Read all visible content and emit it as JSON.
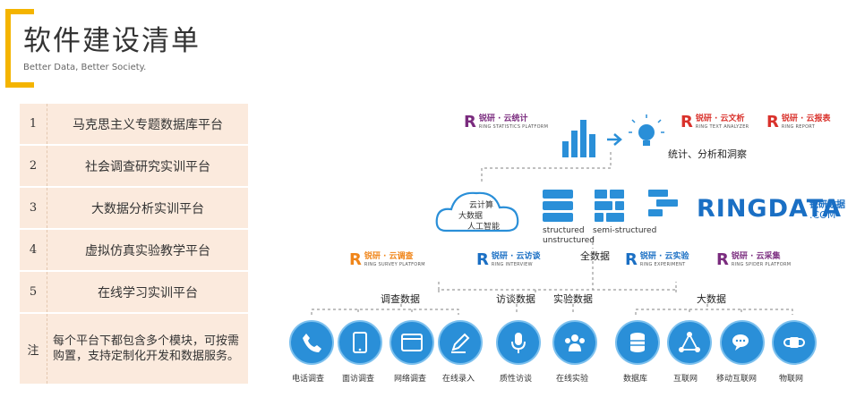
{
  "header": {
    "title": "软件建设清单",
    "subtitle": "Better Data, Better Society."
  },
  "list": {
    "rows": [
      {
        "num": "1",
        "text": "马克思主义专题数据库平台"
      },
      {
        "num": "2",
        "text": "社会调查研究实训平台"
      },
      {
        "num": "3",
        "text": "大数据分析实训平台"
      },
      {
        "num": "4",
        "text": "虚拟仿真实验教学平台"
      },
      {
        "num": "5",
        "text": "在线学习实训平台"
      }
    ],
    "note": {
      "num": "注",
      "text": "每个平台下都包含多个模块，可按需购置，支持定制化开发和数据服务。"
    }
  },
  "diagram": {
    "statistics": {
      "name": "锐研 · 云统计",
      "sub": "RING STATISTICS PLATFORM"
    },
    "text_analyzer": {
      "name": "锐研 · 云文析",
      "sub": "RING TEXT ANALYZER"
    },
    "report": {
      "name": "锐研 · 云报表",
      "sub": "RING REPORT"
    },
    "insight_label": "统计、分析和洞察",
    "cloud_lines": [
      "云计算",
      "大数据",
      "人工智能"
    ],
    "structured": "structured",
    "unstructured": "unstructured",
    "semi_structured": "semi-structured",
    "ringdata_logo": "RINGDATA",
    "ringdata_com": ".COM",
    "ringdata_cn": "锐研数据",
    "all_data": "全数据",
    "survey": {
      "name": "锐研 · 云调查",
      "sub": "RING SURVEY PLATFORM"
    },
    "interview": {
      "name": "锐研 · 云访谈",
      "sub": "RING INTERVIEW"
    },
    "experiment": {
      "name": "锐研 · 云实验",
      "sub": "RING EXPERIMENT"
    },
    "spider": {
      "name": "锐研 · 云采集",
      "sub": "RING SPIDER PLATFORM"
    },
    "categories": {
      "survey_data": "调查数据",
      "interview_data": "访谈数据",
      "experiment_data": "实验数据",
      "big_data": "大数据"
    },
    "sources": [
      {
        "label": "电话调查",
        "icon": "phone-icon"
      },
      {
        "label": "面访调查",
        "icon": "tablet-icon"
      },
      {
        "label": "网络调查",
        "icon": "browser-icon"
      },
      {
        "label": "在线录入",
        "icon": "pen-icon"
      },
      {
        "label": "质性访谈",
        "icon": "microphone-icon"
      },
      {
        "label": "在线实验",
        "icon": "people-icon"
      },
      {
        "label": "数据库",
        "icon": "database-icon"
      },
      {
        "label": "互联网",
        "icon": "network-icon"
      },
      {
        "label": "移动互联网",
        "icon": "chat-icon"
      },
      {
        "label": "物联网",
        "icon": "wristband-icon"
      }
    ],
    "colors": {
      "accent": "#f4b400",
      "circle_blue": "#2a8fd8",
      "brand_blue": "#1a6fc4",
      "brand_red": "#d9312b",
      "brand_orange": "#f08519",
      "brand_purple": "#7a2b7e"
    }
  }
}
